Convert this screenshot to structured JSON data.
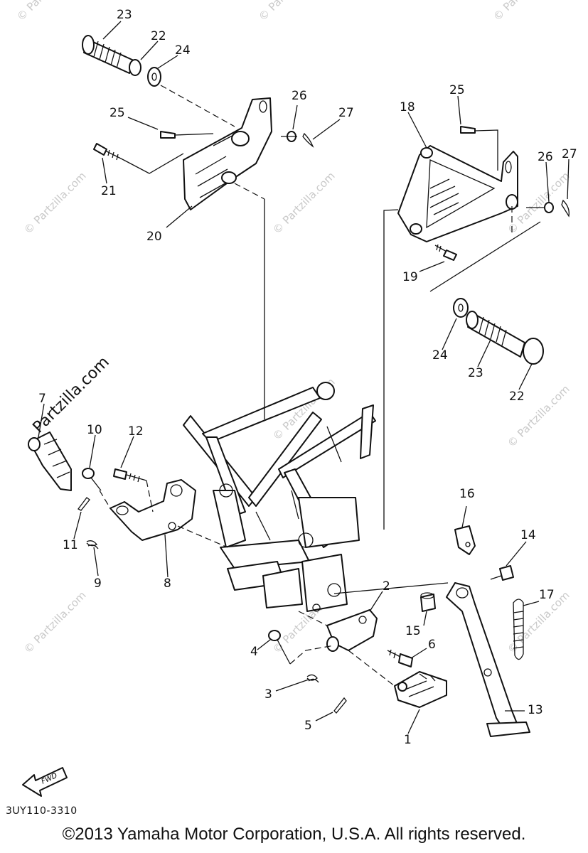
{
  "diagram": {
    "callouts": {
      "c1": "1",
      "c2": "2",
      "c3": "3",
      "c4": "4",
      "c5": "5",
      "c6": "6",
      "c7": "7",
      "c8": "8",
      "c9": "9",
      "c10": "10",
      "c11": "11",
      "c12": "12",
      "c13": "13",
      "c14": "14",
      "c15": "15",
      "c16": "16",
      "c17": "17",
      "c18": "18",
      "c19": "19",
      "c20": "20",
      "c21": "21",
      "c22a": "22",
      "c22b": "22",
      "c23a": "23",
      "c23b": "23",
      "c24a": "24",
      "c24b": "24",
      "c25a": "25",
      "c25b": "25",
      "c26a": "26",
      "c26b": "26",
      "c27a": "27",
      "c27b": "27"
    },
    "watermark_text": "© Partzilla.com",
    "watermark_big": "Partzilla.com",
    "fwd_label": "FWD",
    "diagram_code": "3UY110-3310"
  },
  "footer": {
    "copyright": "©2013 Yamaha Motor Corporation, U.S.A. All rights reserved."
  }
}
